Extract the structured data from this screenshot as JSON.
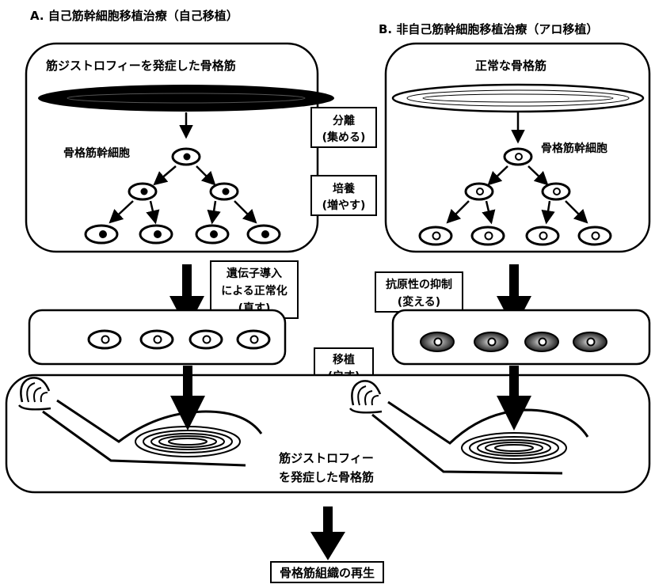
{
  "title_a": "A. 自己筋幹細胞移植治療（自己移植）",
  "title_b": "B. 非自己筋幹細胞移植治療（アロ移植）",
  "panel_a": {
    "muscle_label": "筋ジストロフィーを発症した骨格筋",
    "cell_label": "骨格筋幹細胞"
  },
  "panel_b": {
    "muscle_label": "正常な骨格筋",
    "cell_label": "骨格筋幹細胞"
  },
  "steps": {
    "separate": [
      "分離",
      "(集める)"
    ],
    "culture": [
      "培養",
      "(増やす)"
    ],
    "gene": [
      "遺伝子導入",
      "による正常化",
      "(直す)"
    ],
    "antigen": [
      "抗原性の抑制",
      "(変える)"
    ],
    "transplant": [
      "移植",
      "(戻す)"
    ]
  },
  "patient_label": [
    "筋ジストロフィー",
    "を発症した骨格筋"
  ],
  "result_label": "骨格筋組織の再生",
  "colors": {
    "ink": "#000000",
    "paper": "#ffffff",
    "dark_cell": "#555555"
  }
}
